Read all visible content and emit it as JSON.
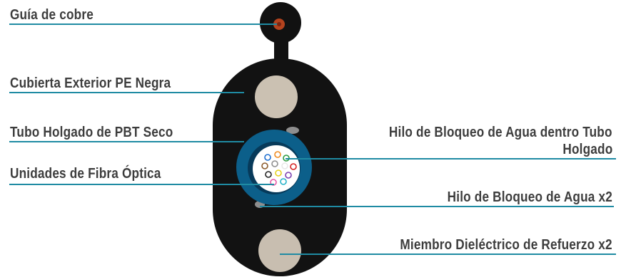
{
  "labels": {
    "copper_guide": "Guía de cobre",
    "outer_sheath": "Cubierta Exterior PE Negra",
    "loose_tube": "Tubo Holgado de PBT Seco",
    "fiber_units": "Unidades de Fibra Óptica",
    "tube_water_block_line1": "Hilo de Bloqueo de Agua dentro Tubo",
    "tube_water_block_line2": "Holgado",
    "water_block_yarn": "Hilo de Bloqueo de Agua x2",
    "strength_member": "Miembro Dieléctrico de Refuerzo x2"
  },
  "colors": {
    "leader_line": "#1f8ba3",
    "sheath": "#101010",
    "tube": "#0c5f8a",
    "member": "#cbc1b2",
    "copper": "#b4431e",
    "label_text": "#3d3d3d"
  },
  "fiber_colors": [
    "#1e6fd1",
    "#f08a1d",
    "#2b9a3c",
    "#8a5a2b",
    "#8f8f8f",
    "#e8e8e8",
    "#d42020",
    "#222222",
    "#e6d21d",
    "#7b3fb0",
    "#e85aa8",
    "#27b3c9"
  ]
}
